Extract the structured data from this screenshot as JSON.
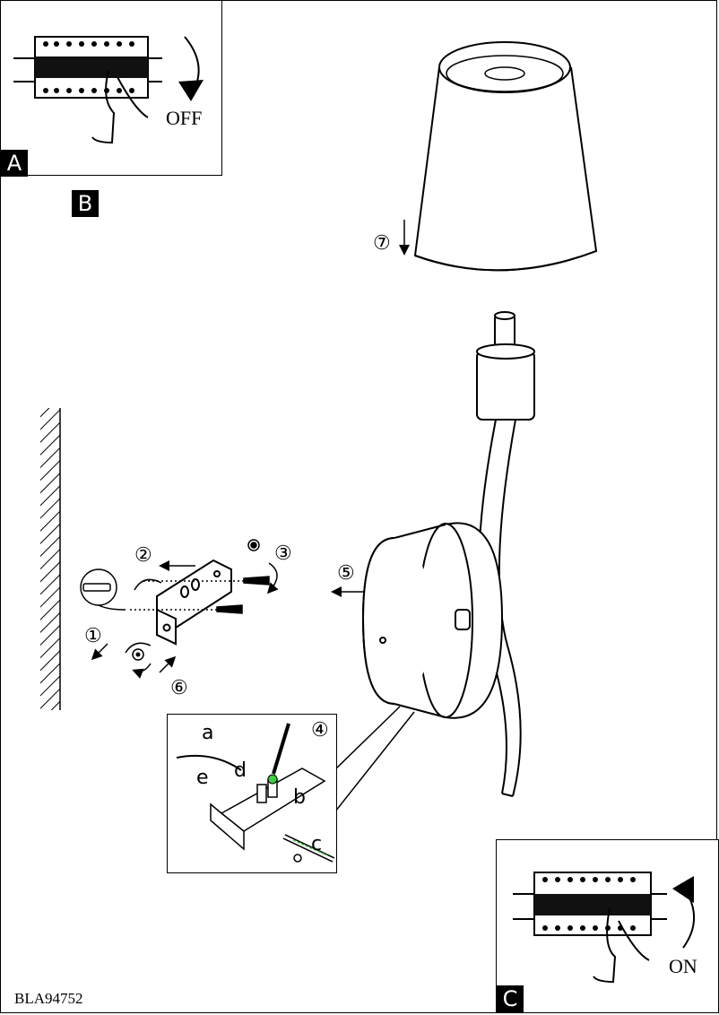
{
  "panel_a": {
    "tag": "A",
    "action": "OFF"
  },
  "panel_b": {
    "tag": "B"
  },
  "panel_c": {
    "tag": "C",
    "action": "ON"
  },
  "steps": {
    "s1": "①",
    "s2": "②",
    "s3": "③",
    "s4": "④",
    "s5": "⑤",
    "s6": "⑥",
    "s7": "⑦"
  },
  "wiring_letters": {
    "a": "a",
    "b": "b",
    "c": "c",
    "d": "d",
    "e": "e"
  },
  "model_code": "BLA94752"
}
